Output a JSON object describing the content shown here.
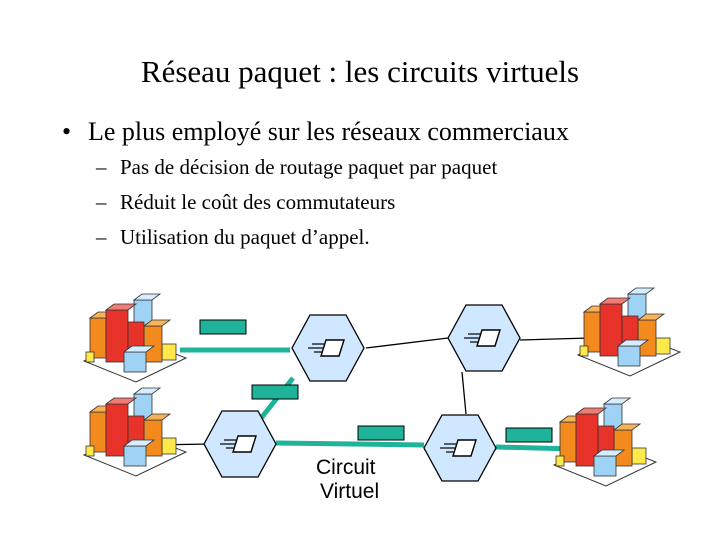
{
  "slide": {
    "title": "Réseau paquet : les circuits virtuels",
    "bullet": {
      "marker": "•",
      "text": "Le plus employé sur les réseaux commerciaux"
    },
    "sub_marker": "–",
    "sub_items": [
      "Pas de décision de routage paquet par paquet",
      "Réduit le coût des commutateurs",
      "Utilisation du paquet d’appel."
    ]
  },
  "diagram": {
    "label_line1": "Circuit",
    "label_line2": "Virtuel",
    "colors": {
      "switch_fill": "#cfe8ff",
      "circuit_line": "#1fb39a",
      "packet": "#1fb39a",
      "building_red": "#e8332b",
      "building_orange": "#f28a1e",
      "building_blue": "#9fd3f5",
      "building_yellow": "#ffe84a"
    }
  }
}
